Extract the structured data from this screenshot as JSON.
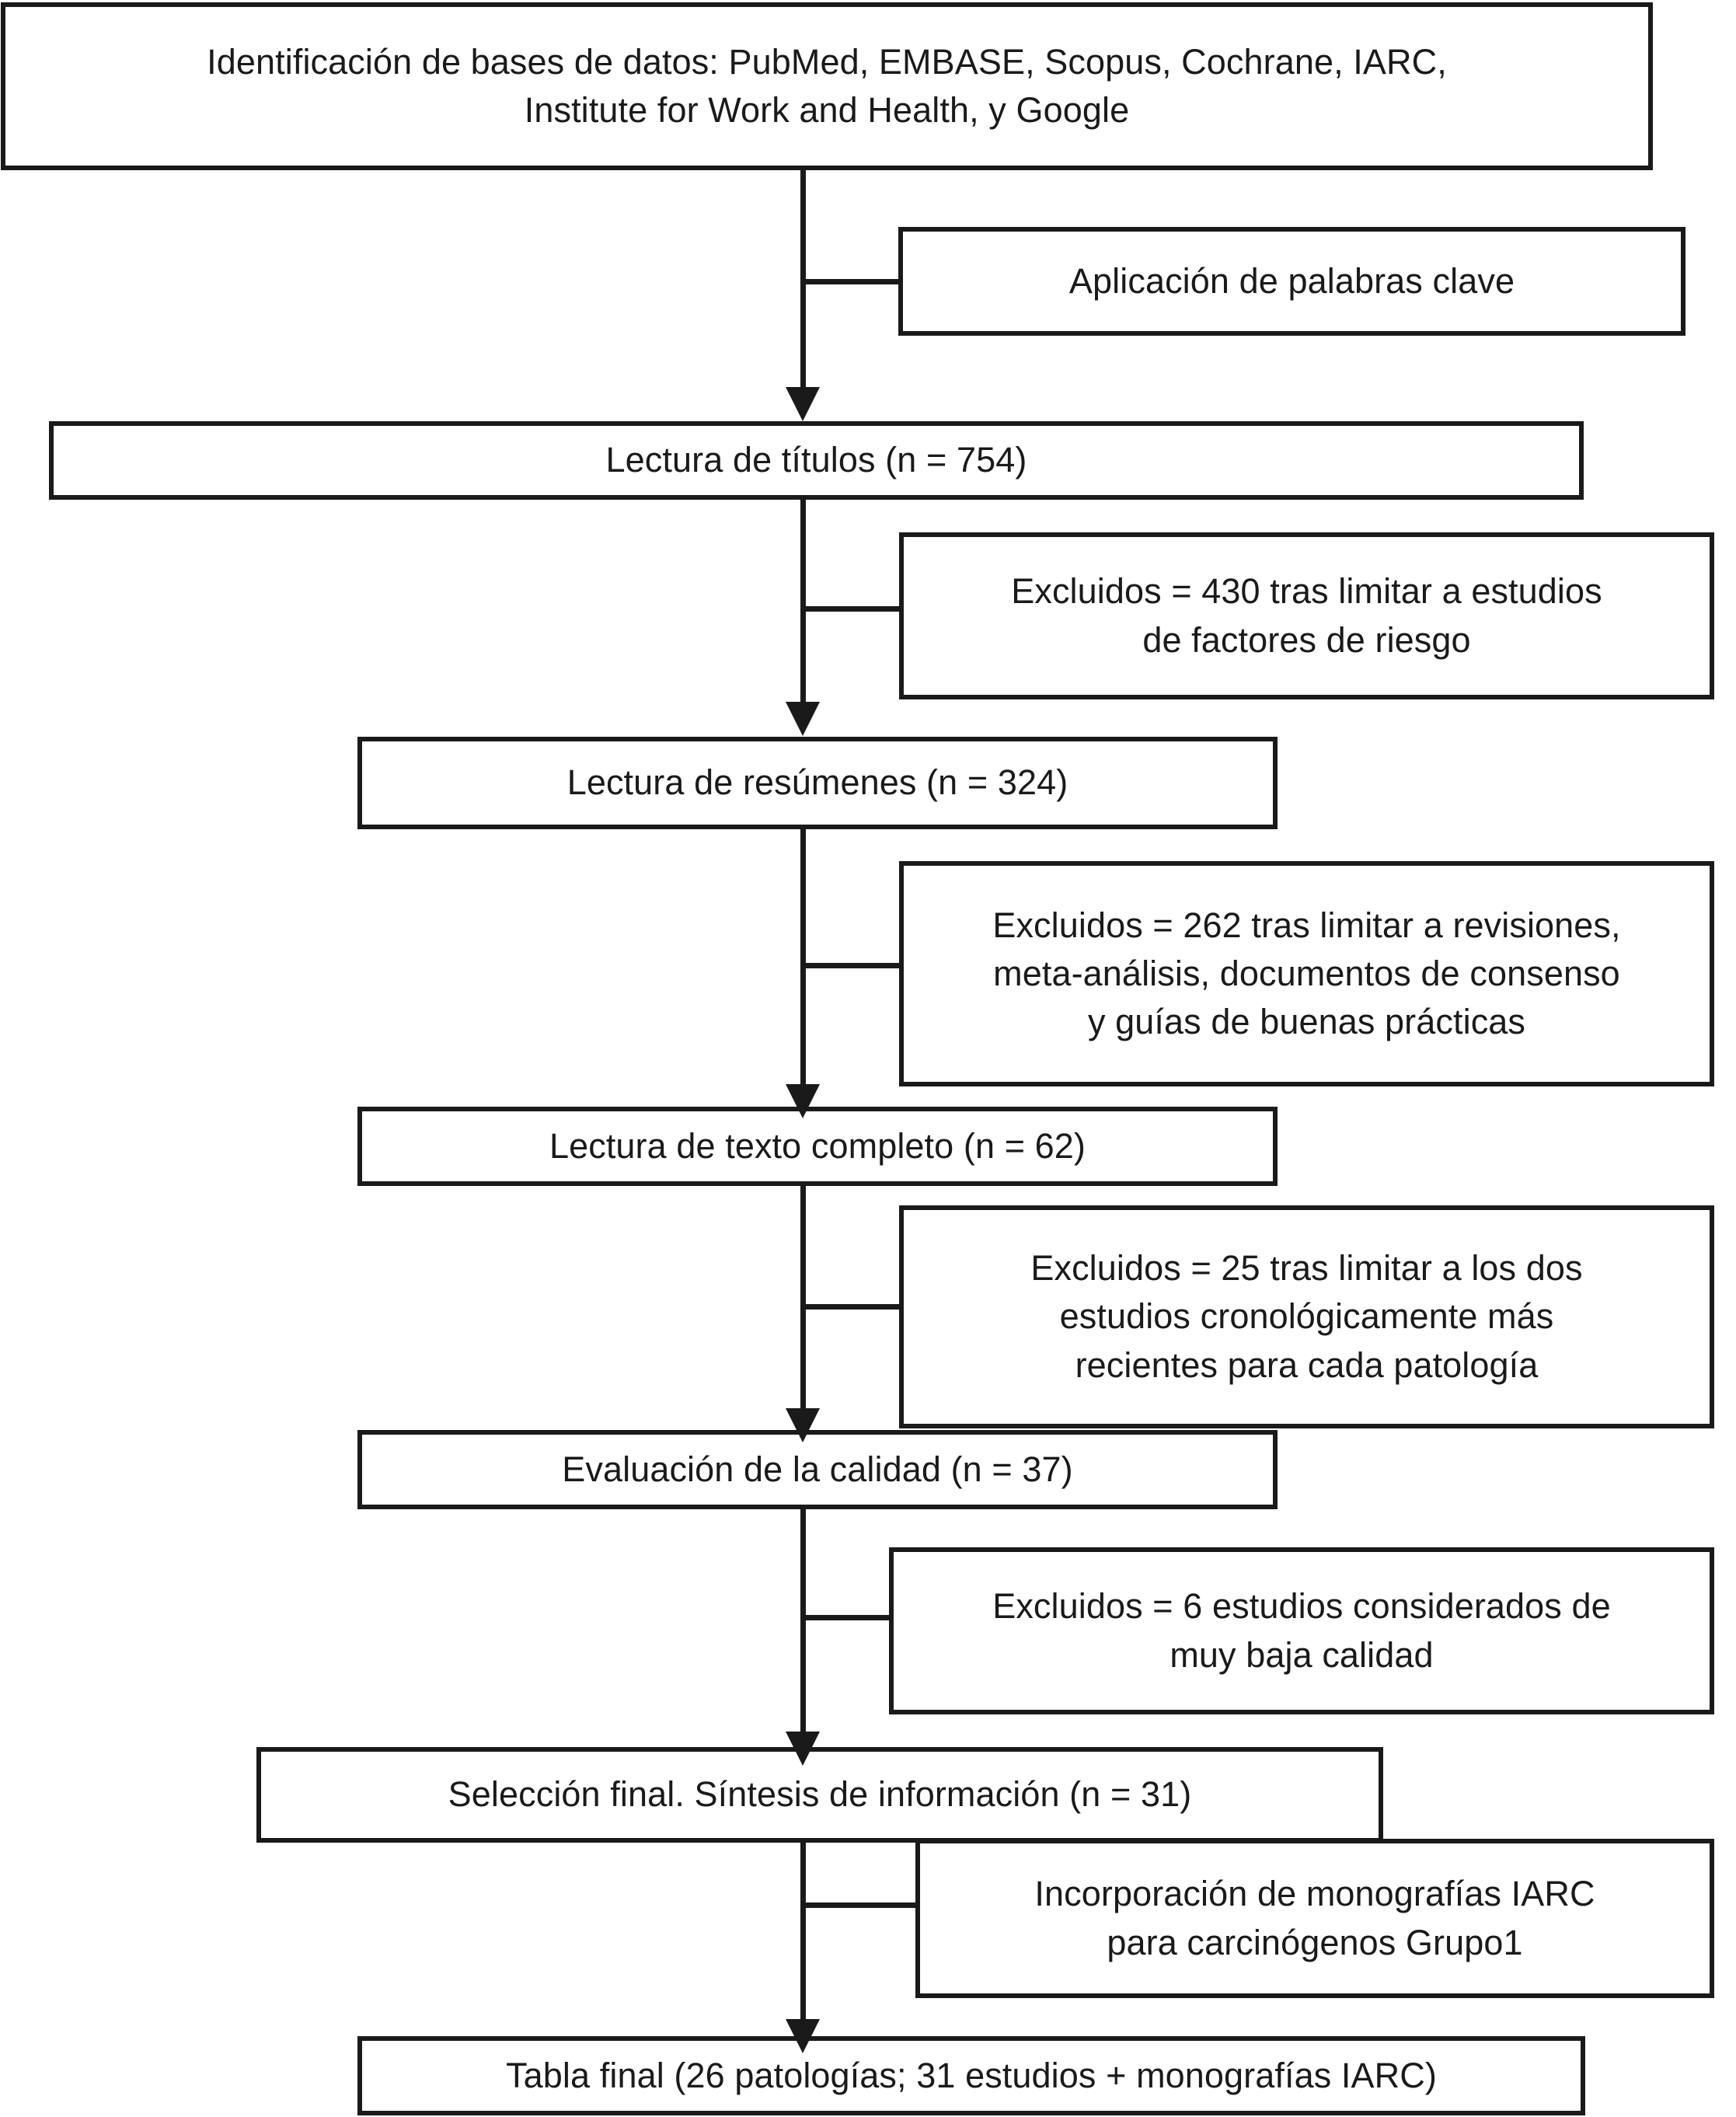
{
  "diagram": {
    "type": "prisma-flowchart",
    "language": "es",
    "background_color": "#ffffff",
    "stroke_color": "#1a1a1a",
    "nodes": [
      {
        "id": "identificacion",
        "label": "Identificación de bases de datos: PubMed, EMBASE, Scopus, Cochrane, IARC,\nInstitute for Work and Health, y Google",
        "kind": "main"
      },
      {
        "id": "palabras-clave",
        "label": "Aplicación de palabras clave",
        "kind": "side"
      },
      {
        "id": "lectura-titulos",
        "label": "Lectura de títulos (n = 754)",
        "kind": "main",
        "count": 754
      },
      {
        "id": "excluidos-430",
        "label": "Excluidos = 430 tras limitar a estudios\nde factores de riesgo",
        "kind": "side",
        "count": 430
      },
      {
        "id": "lectura-resumenes",
        "label": "Lectura de resúmenes (n = 324)",
        "kind": "main",
        "count": 324
      },
      {
        "id": "excluidos-262",
        "label": "Excluidos = 262 tras limitar a revisiones,\nmeta-análisis, documentos de consenso\ny guías de buenas prácticas",
        "kind": "side",
        "count": 262
      },
      {
        "id": "lectura-texto-completo",
        "label": "Lectura de texto completo (n = 62)",
        "kind": "main",
        "count": 62
      },
      {
        "id": "excluidos-25",
        "label": "Excluidos = 25 tras limitar a los dos\nestudios cronológicamente más\nrecientes para cada patología",
        "kind": "side",
        "count": 25
      },
      {
        "id": "evaluacion-calidad",
        "label": "Evaluación de la calidad (n = 37)",
        "kind": "main",
        "count": 37
      },
      {
        "id": "excluidos-6",
        "label": "Excluidos = 6 estudios considerados de\nmuy baja calidad",
        "kind": "side",
        "count": 6
      },
      {
        "id": "seleccion-final",
        "label": "Selección final. Síntesis de información (n = 31)",
        "kind": "main",
        "count": 31
      },
      {
        "id": "monografias-iarc",
        "label": "Incorporación de monografías IARC\npara carcinógenos Grupo1",
        "kind": "side"
      },
      {
        "id": "tabla-final",
        "label": "Tabla final (26 patologías; 31 estudios + monografías IARC)",
        "kind": "main"
      }
    ]
  }
}
